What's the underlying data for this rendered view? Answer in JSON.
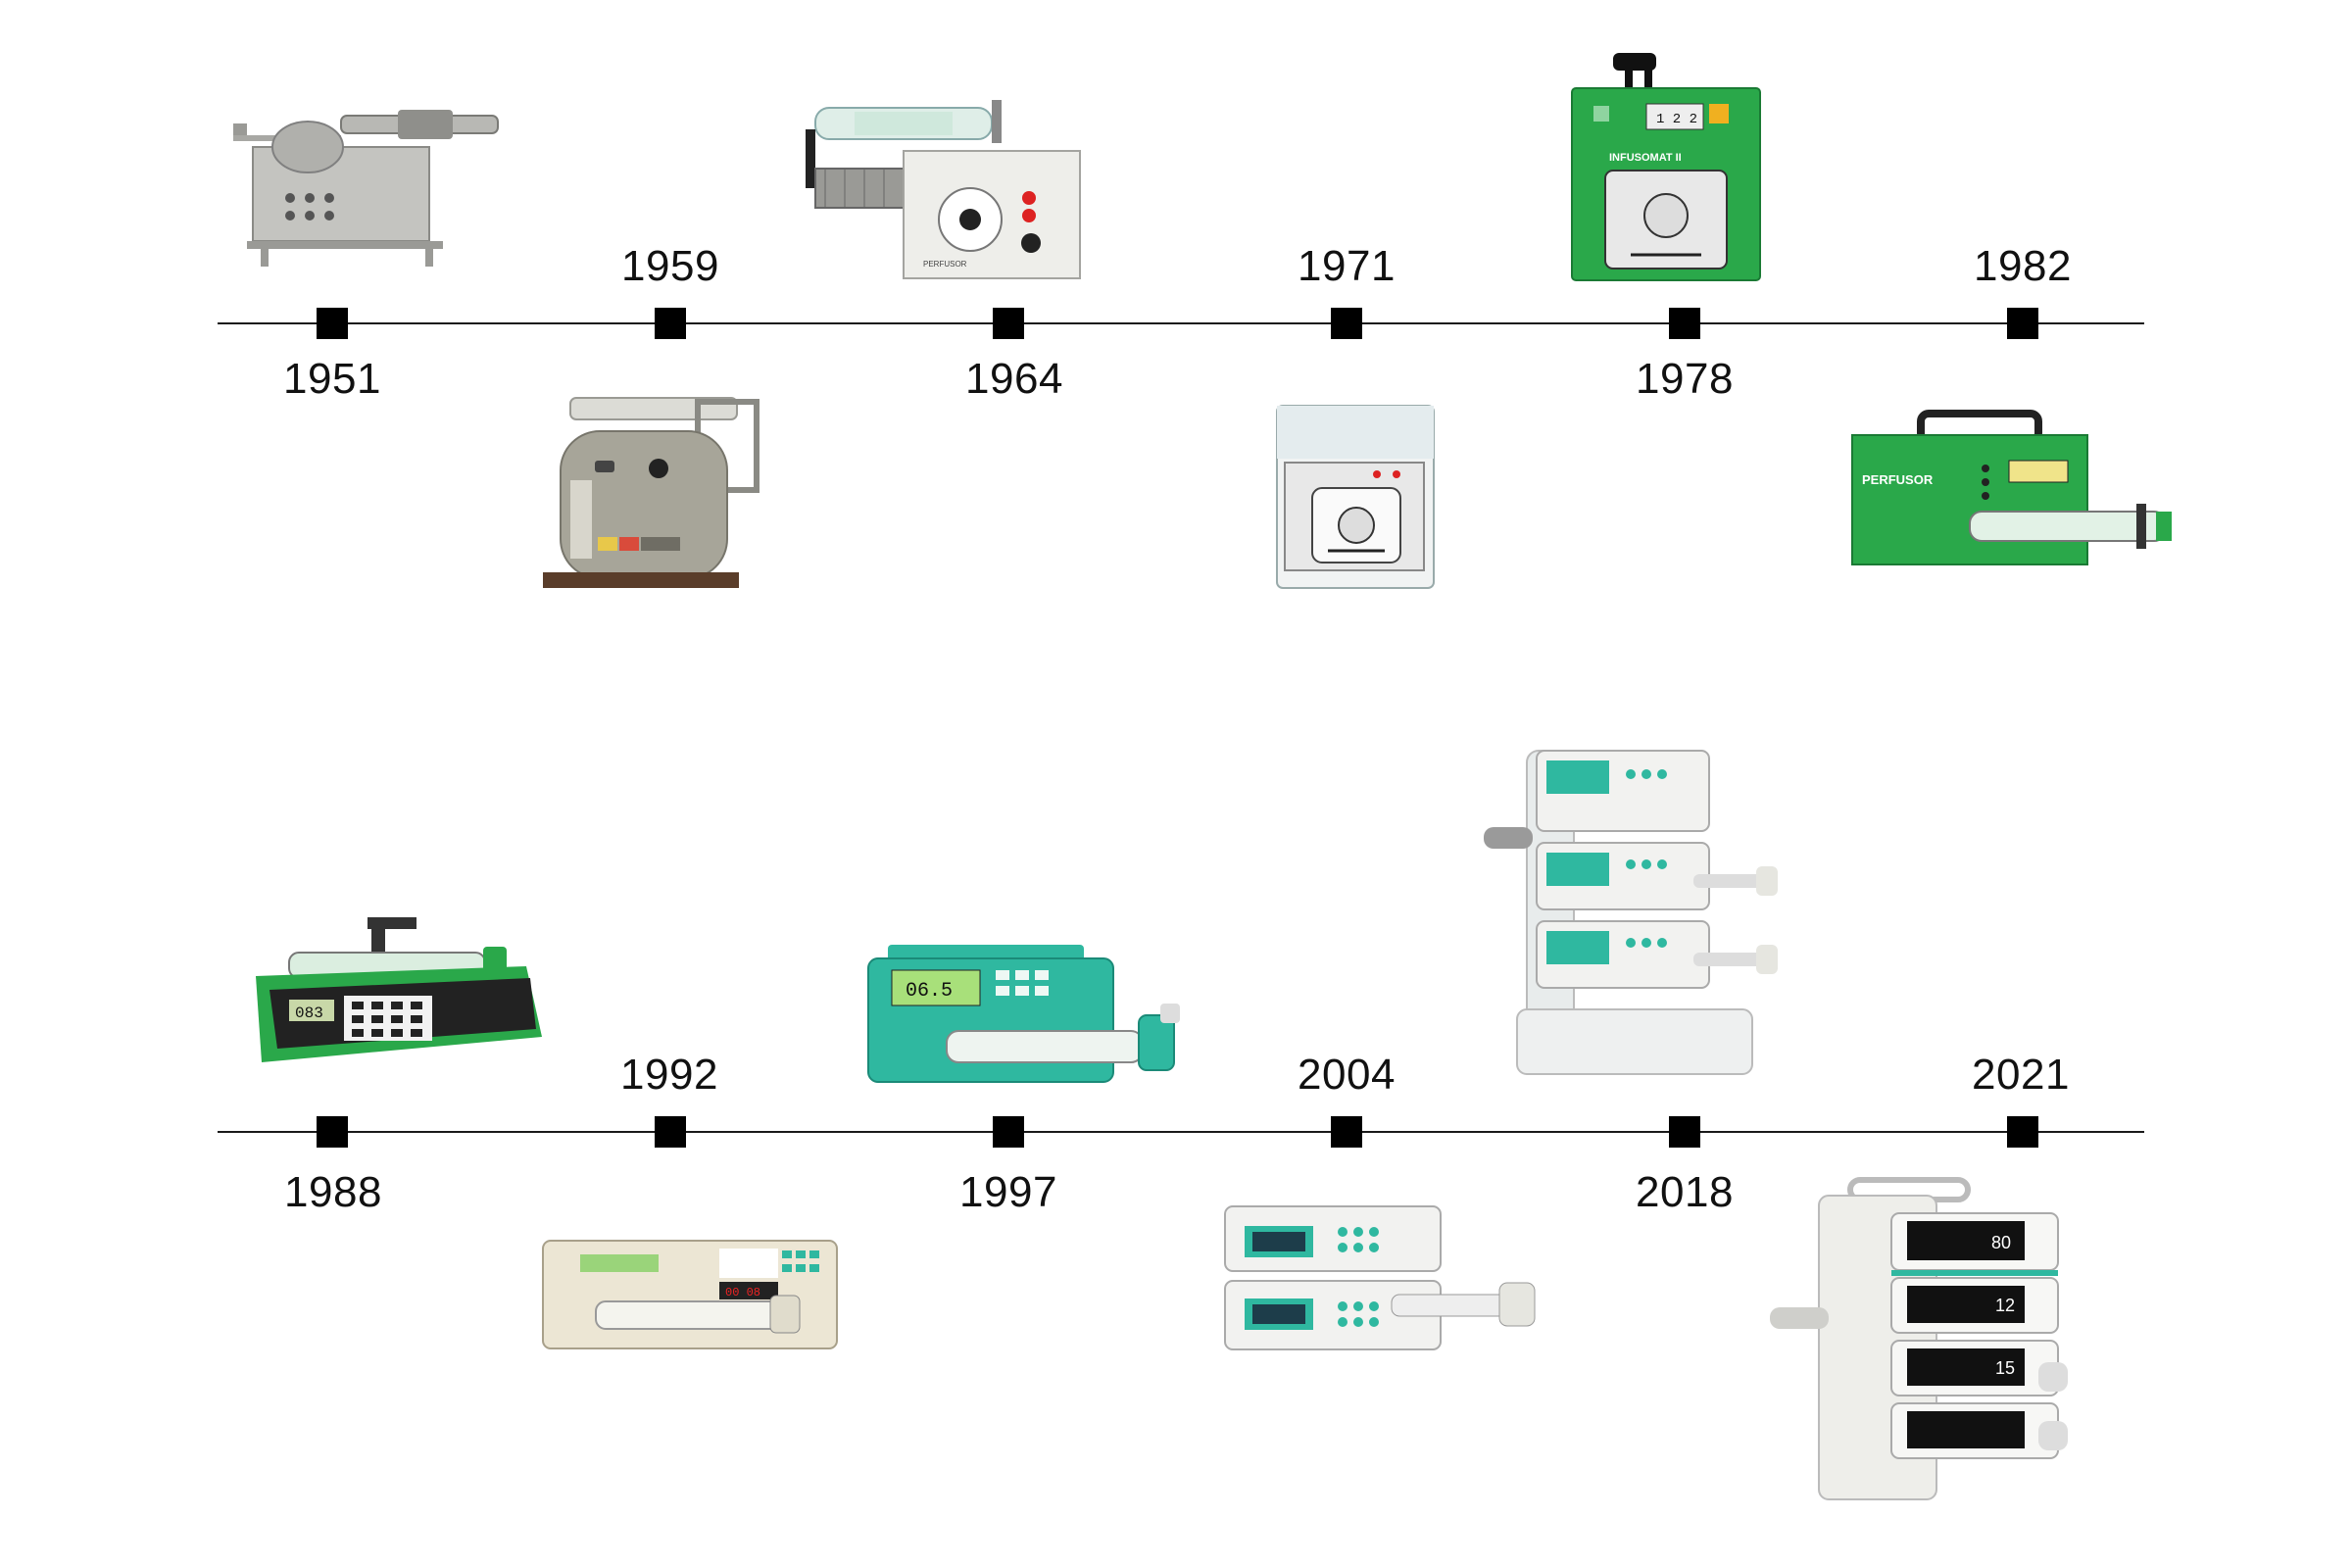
{
  "timelines": [
    {
      "events": [
        {
          "year": "1951",
          "device_icon": "pump-icon"
        },
        {
          "year": "1959",
          "device_icon": "pump-icon"
        },
        {
          "year": "1964",
          "device_icon": "pump-icon"
        },
        {
          "year": "1971",
          "device_icon": "pump-icon"
        },
        {
          "year": "1978",
          "device_icon": "pump-icon"
        },
        {
          "year": "1982",
          "device_icon": "pump-icon"
        }
      ]
    },
    {
      "events": [
        {
          "year": "1988",
          "device_icon": "pump-icon"
        },
        {
          "year": "1992",
          "device_icon": "pump-icon"
        },
        {
          "year": "1997",
          "device_icon": "pump-icon"
        },
        {
          "year": "2004",
          "device_icon": "pump-icon"
        },
        {
          "year": "2018",
          "device_icon": "pump-icon"
        },
        {
          "year": "2021",
          "device_icon": "pump-icon"
        }
      ]
    }
  ],
  "device_labels": {
    "d1964": "PERFUSOR",
    "d1978": "INFUSOMAT II",
    "d1978_counter": "1 2 2",
    "d1982": "PERFUSOR",
    "d1988_display": "083",
    "d1992_display": "00 08",
    "d1997_display": "06.5",
    "d2021_val1": "80",
    "d2021_val2": "12",
    "d2021_val3": "15"
  },
  "colors": {
    "line": "#1a1a1a",
    "marker": "#000000",
    "green_1970s": "#2aa84a",
    "teal": "#2fb8a0",
    "cream": "#ece6d4",
    "metal": "#b8b8b4",
    "white_device": "#f2f2f0"
  }
}
